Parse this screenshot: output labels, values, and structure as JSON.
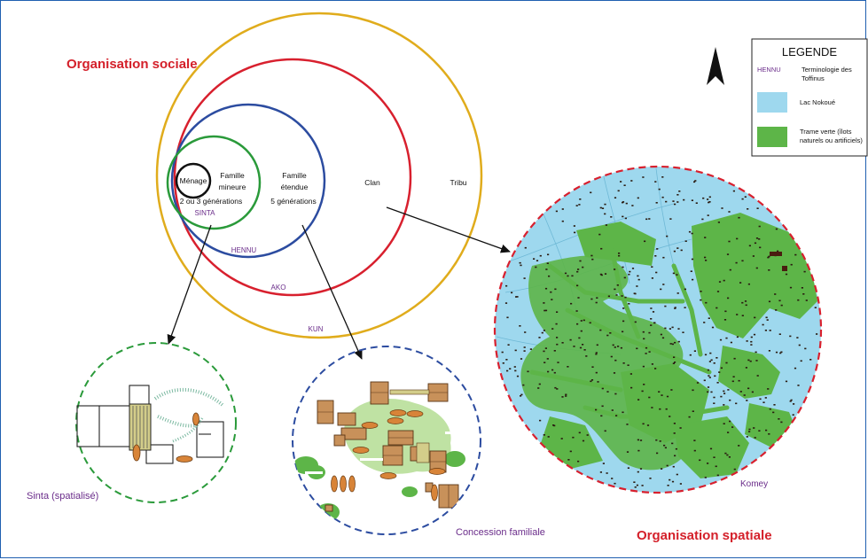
{
  "titles": {
    "social": "Organisation sociale",
    "spatial": "Organisation spatiale"
  },
  "circles": {
    "menage": "Ménage",
    "famille_mineure": "Famille mineure",
    "generations_2_3": "2 ou 3 générations",
    "famille_etendue": "Famille étendue",
    "generations_5": "5 générations",
    "clan": "Clan",
    "tribu": "Tribu"
  },
  "terms": {
    "sinta": "SINTA",
    "hennu": "HENNU",
    "ako": "AKO",
    "kun": "KUN"
  },
  "panels": {
    "sinta_spatial": "Sinta (spatialisé)",
    "concession": "Concession familiale",
    "komey": "Komey"
  },
  "legend": {
    "title": "LEGENDE",
    "term_key": "HENNU",
    "term_desc": "Terminologie des Toffinus",
    "lake": "Lac Nokoué",
    "green": "Trame verte (îlots naturels ou artificiels)"
  },
  "colors": {
    "social_title": "#d4202a",
    "term_purple": "#6a2c8a",
    "tribu_ring": "#e0ac1c",
    "clan_ring": "#d8202e",
    "hennu_ring": "#2c4ca0",
    "sinta_ring": "#2a9a3a",
    "menage_ring": "#111111",
    "lake": "#9ed8ee",
    "green_zone": "#5db548",
    "roof": "#c8915a"
  },
  "icons": {
    "north": "north-arrow-icon"
  }
}
